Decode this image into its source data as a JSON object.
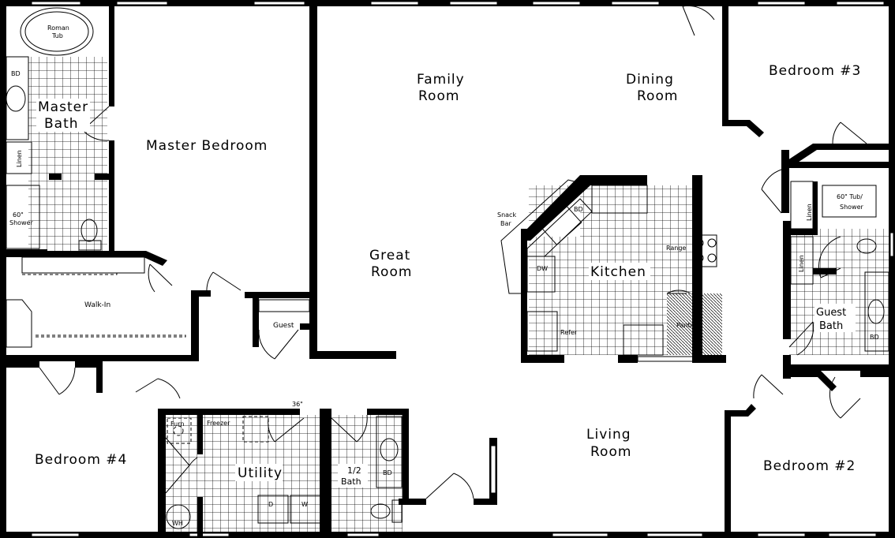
{
  "rooms": {
    "master_bedroom": "Master Bedroom",
    "master_bath_1": "Master",
    "master_bath_2": "Bath",
    "walk_in": "Walk-In",
    "guest_closet": "Guest",
    "family_room_1": "Family",
    "family_room_2": "Room",
    "dining_room_1": "Dining",
    "dining_room_2": "Room",
    "great_room_1": "Great",
    "great_room_2": "Room",
    "kitchen": "Kitchen",
    "bedroom_3": "Bedroom #3",
    "guest_bath_1": "Guest",
    "guest_bath_2": "Bath",
    "bedroom_4": "Bedroom #4",
    "utility": "Utility",
    "half_bath_1": "1/2",
    "half_bath_2": "Bath",
    "living_room_1": "Living",
    "living_room_2": "Room",
    "bedroom_2": "Bedroom #2"
  },
  "fixtures": {
    "roman_tub_1": "Roman",
    "roman_tub_2": "Tub",
    "master_bd": "BD",
    "master_linen": "Linen",
    "shower_1": "60\"",
    "shower_2": "Shower",
    "snack_bar_1": "Snack",
    "snack_bar_2": "Bar",
    "kitchen_bd": "BD",
    "dw": "DW",
    "range": "Range",
    "refer": "Refer",
    "pantry": "Pantry",
    "tub_shower_1": "60\" Tub/",
    "tub_shower_2": "Shower",
    "guest_linen_1": "Linen",
    "guest_linen_2": "Linen",
    "guest_bd": "BD",
    "furn": "Furn",
    "freezer": "Freezer",
    "wh": "WH",
    "dryer": "D",
    "washer": "W",
    "half_bath_bd": "BD",
    "door_width": "36\""
  }
}
